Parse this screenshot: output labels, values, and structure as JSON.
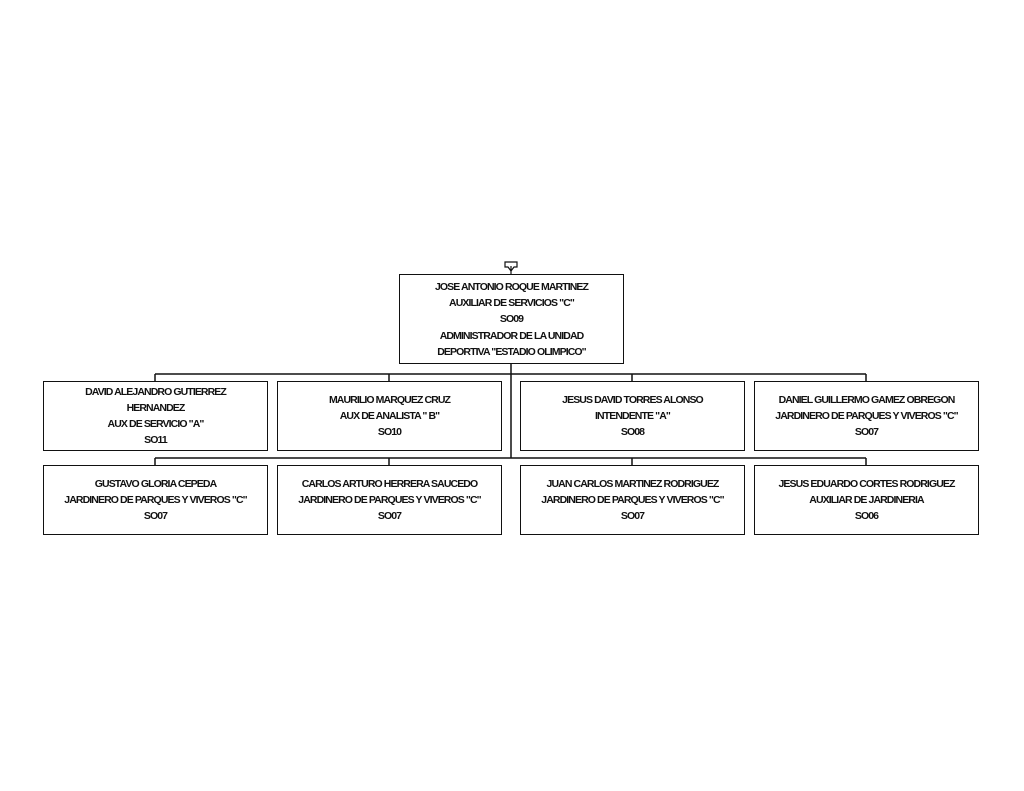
{
  "root": {
    "name": "JOSE ANTONIO ROQUE MARTINEZ",
    "position": "AUXILIAR DE SERVICIOS \"C\"",
    "code": "SO09",
    "area_line1": "ADMINISTRADOR DE LA UNIDAD",
    "area_line2": "DEPORTIVA \"ESTADIO OLIMPICO\""
  },
  "subordinates_row1": [
    {
      "name_line1": "DAVID ALEJANDRO GUTIERREZ",
      "name_line2": "HERNANDEZ",
      "position": "AUX DE SERVICIO \"A\"",
      "code": "SO11"
    },
    {
      "name": "MAURILIO MARQUEZ CRUZ",
      "position": "AUX DE ANALISTA \" B\"",
      "code": "SO10"
    },
    {
      "name": "JESUS DAVID TORRES ALONSO",
      "position": "INTENDENTE \"A\"",
      "code": "SO08"
    },
    {
      "name": "DANIEL GUILLERMO GAMEZ OBREGON",
      "position": "JARDINERO DE PARQUES Y VIVEROS \"C\"",
      "code": "SO07"
    }
  ],
  "subordinates_row2": [
    {
      "name": "GUSTAVO GLORIA CEPEDA",
      "position": "JARDINERO DE PARQUES Y VIVEROS \"C\"",
      "code": "SO07"
    },
    {
      "name": "CARLOS ARTURO HERRERA SAUCEDO",
      "position": "JARDINERO DE PARQUES Y VIVEROS \"C\"",
      "code": "SO07"
    },
    {
      "name": "JUAN CARLOS MARTINEZ RODRIGUEZ",
      "position": "JARDINERO DE PARQUES Y VIVEROS \"C\"",
      "code": "SO07"
    },
    {
      "name": "JESUS EDUARDO CORTES RODRIGUEZ",
      "position": "AUXILIAR DE JARDINERIA",
      "code": "SO06"
    }
  ],
  "icons": {
    "top_marker": "collapse-marker-icon"
  },
  "colors": {
    "line": "#111111",
    "box_border": "#111111",
    "background": "#ffffff"
  }
}
